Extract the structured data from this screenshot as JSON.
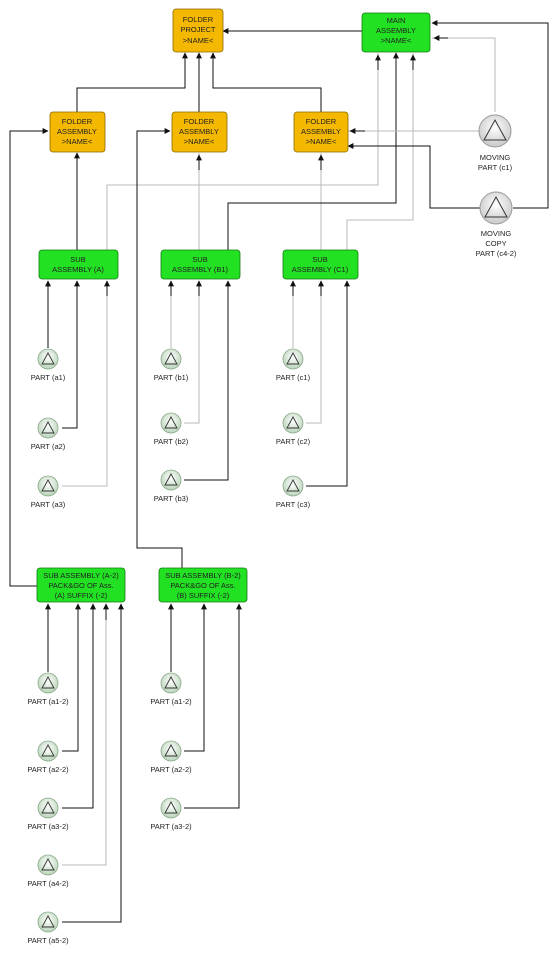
{
  "nodes": {
    "folder_project": [
      "FOLDER",
      "PROJECT",
      ">NAME<"
    ],
    "main_assembly": [
      "MAIN",
      "ASSEMBLY",
      ">NAME<"
    ],
    "folder_asm_a": [
      "FOLDER",
      "ASSEMBLY",
      ">NAME<"
    ],
    "folder_asm_b": [
      "FOLDER",
      "ASSEMBLY",
      ">NAME<"
    ],
    "folder_asm_c": [
      "FOLDER",
      "ASSEMBLY",
      ">NAME<"
    ],
    "sub_a": [
      "SUB",
      "ASSEMBLY (A)"
    ],
    "sub_b": [
      "SUB",
      "ASSEMBLY (B1)"
    ],
    "sub_c": [
      "SUB",
      "ASSEMBLY (C1)"
    ],
    "sub_a2": [
      "SUB ASSEMBLY (A-2)",
      "PACK&GO OF Ass.",
      "(A) SUFFIX (-2)"
    ],
    "sub_b2": [
      "SUB ASSEMBLY (B-2)",
      "PACK&GO OF Ass.",
      "(B) SUFFIX (-2)"
    ]
  },
  "parts": {
    "moving_c1": [
      "MOVING",
      "PART (c1)"
    ],
    "moving_copy": [
      "MOVING",
      "COPY",
      "PART (c4-2)"
    ],
    "a1": "PART (a1)",
    "a2": "PART (a2)",
    "a3": "PART (a3)",
    "b1": "PART (b1)",
    "b2": "PART (b2)",
    "b3": "PART (b3)",
    "c1": "PART (c1)",
    "c2": "PART (c2)",
    "c3": "PART (c3)",
    "a1_2": "PART (a1-2)",
    "a2_2": "PART (a2-2)",
    "a3_2": "PART (a3-2)",
    "a4_2": "PART (a4-2)",
    "a5_2": "PART (a5-2)",
    "b1_2": "PART (a1-2)",
    "b2_2": "PART (a2-2)",
    "b3_2": "PART (a3-2)"
  },
  "colors": {
    "folder_fill": "#f5b800",
    "assembly_fill": "#22e022",
    "part_fill": "#dcebdc",
    "line_dark": "#111111",
    "line_light": "#b8b8b8"
  }
}
